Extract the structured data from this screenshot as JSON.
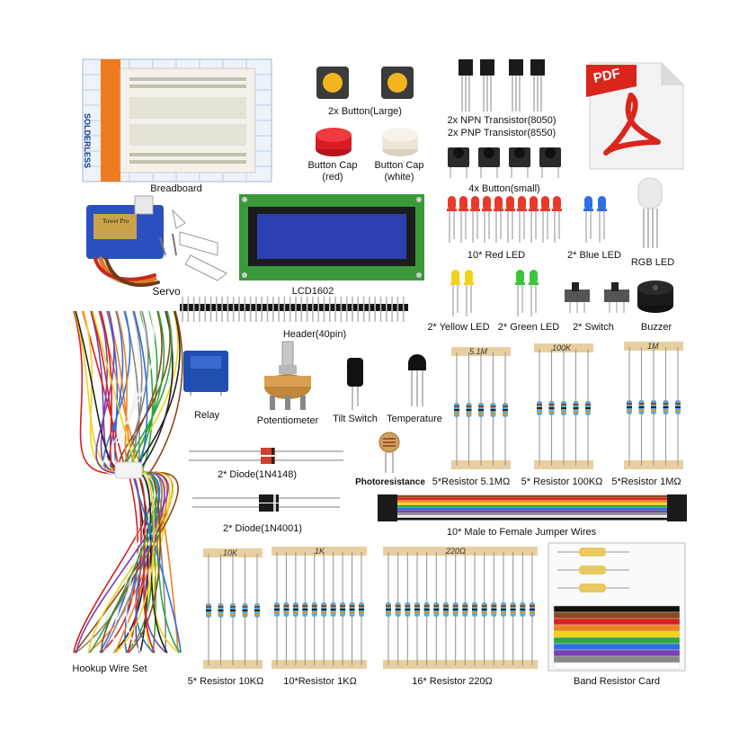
{
  "labels": {
    "breadboard": "Breadboard",
    "button_large": "2x Button(Large)",
    "button_cap_red": "Button Cap\n(red)",
    "button_cap_white": "Button Cap\n(white)",
    "npn": "2x NPN Transistor(8050)",
    "pnp": "2x PNP Transistor(8550)",
    "button_small": "4x Button(small)",
    "servo": "Servo",
    "lcd": "LCD1602",
    "red_led": "10* Red LED",
    "blue_led": "2* Blue LED",
    "rgb_led": "RGB LED",
    "header": "Header(40pin)",
    "yellow_led": "2* Yellow LED",
    "green_led": "2* Green LED",
    "switch": "2* Switch",
    "buzzer": "Buzzer",
    "relay": "Relay",
    "potentiometer": "Potentiometer",
    "tilt_switch": "Tilt Switch",
    "temperature": "Temperature",
    "res_51m": "5*Resistor 5.1MΩ",
    "res_100k": "5* Resistor 100KΩ",
    "res_1m": "5*Resistor 1MΩ",
    "diode_4148": "2* Diode(1N4148)",
    "photoresistance": "Photoresistance",
    "diode_4001": "2* Diode(1N4001)",
    "jumper": "10* Male to Female Jumper Wires",
    "hookup": "Hookup Wire Set",
    "res_10k": "5* Resistor 10KΩ",
    "res_1k": "10*Resistor 1KΩ",
    "res_220": "16* Resistor 220Ω",
    "card": "Band Resistor Card"
  },
  "tapes": {
    "t51m": "5.1M",
    "t100k": "100K",
    "t1m": "1M",
    "t10k": "10K",
    "t1k": "1K",
    "t220": "220Ω"
  },
  "pdf_badge": "PDF",
  "breadboard_brand": "SOLDERLESS",
  "servo_brand": "Tower Pro",
  "colors": {
    "red_led": "#e8392b",
    "blue_led": "#2f6fe0",
    "yellow_led": "#f2d21a",
    "green_led": "#3cc43a",
    "lcd_screen": "#2b3fb0",
    "lcd_pcb": "#3a9a3a",
    "relay": "#1f4fb0",
    "servo": "#2a4fc0",
    "resistor_body": "#5fa7d8",
    "tape": "#e8cfa0",
    "pdf_red": "#d9261c"
  }
}
